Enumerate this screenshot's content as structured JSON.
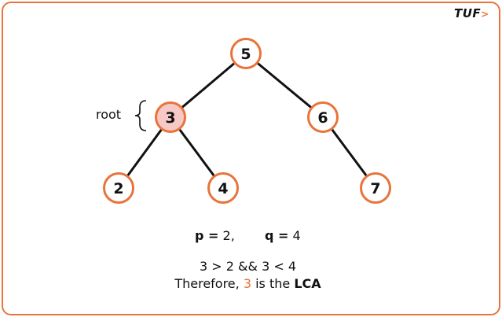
{
  "logo": {
    "text": "TUF",
    "accent": "#E8743B"
  },
  "tree": {
    "nodes": [
      {
        "id": "n5",
        "value": "5",
        "highlight": false
      },
      {
        "id": "n3",
        "value": "3",
        "highlight": true
      },
      {
        "id": "n6",
        "value": "6",
        "highlight": false
      },
      {
        "id": "n2",
        "value": "2",
        "highlight": false
      },
      {
        "id": "n4",
        "value": "4",
        "highlight": false
      },
      {
        "id": "n7",
        "value": "7",
        "highlight": false
      }
    ],
    "edges": [
      [
        "n5",
        "n3"
      ],
      [
        "n5",
        "n6"
      ],
      [
        "n3",
        "n2"
      ],
      [
        "n3",
        "n4"
      ],
      [
        "n6",
        "n7"
      ]
    ],
    "root_label": "root",
    "colors": {
      "border": "#E8743B",
      "highlight_fill": "#F7C9C6",
      "edge": "#111111"
    }
  },
  "text": {
    "p_label": "p =",
    "p_value": "2,",
    "q_label": "q =",
    "q_value": "4",
    "condition": "3 > 2 && 3 < 4",
    "conclusion_prefix": "Therefore,",
    "conclusion_node": "3",
    "conclusion_middle": "is the",
    "conclusion_term": "LCA"
  }
}
